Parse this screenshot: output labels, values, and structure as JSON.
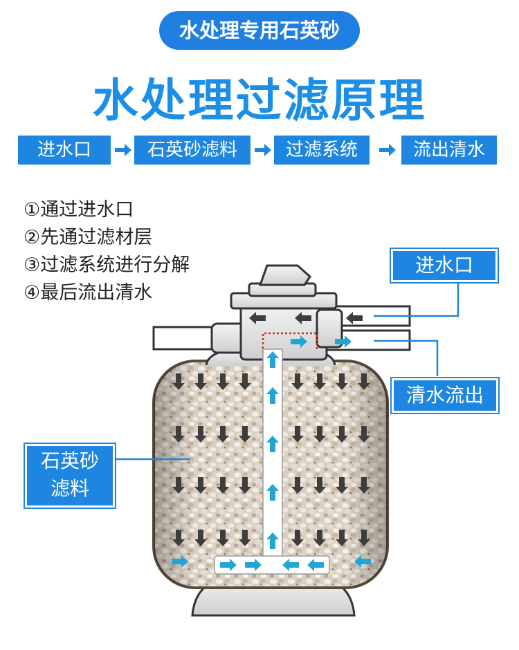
{
  "badge": "水处理专用石英砂",
  "title": "水处理过滤原理",
  "flow_steps": [
    "进水口",
    "石英砂滤料",
    "过滤系统",
    "流出清水"
  ],
  "process_steps": [
    "①通过进水口",
    "②先通过滤材层",
    "③过滤系统进行分解",
    "④最后流出清水"
  ],
  "callouts": {
    "inlet": "进水口",
    "outlet": "清水流出",
    "media_line1": "石英砂",
    "media_line2": "滤料"
  },
  "colors": {
    "brand_blue": "#1e86e0",
    "title_blue": "#1b8ee8",
    "flow_arrow_cyan": "#1fa6d6"
  }
}
